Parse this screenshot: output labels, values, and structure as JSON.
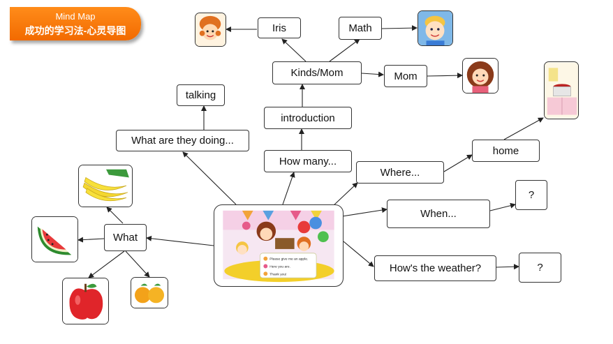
{
  "banner": {
    "title": "Mind Map",
    "subtitle": "成功的学习法-心灵导图"
  },
  "nodes": {
    "iris": "Iris",
    "math": "Math",
    "kinds_mom": "Kinds/Mom",
    "mom": "Mom",
    "introduction": "introduction",
    "talking": "talking",
    "what_doing": "What are they doing...",
    "how_many": "How many...",
    "where": "Where...",
    "home": "home",
    "when": "When...",
    "q1": "?",
    "weather": "How's the weather?",
    "q2": "?",
    "what": "What"
  },
  "scene_text": {
    "line1": "Please give me an apple.",
    "line2": "Here you are.",
    "line3": "Thank you!"
  },
  "colors": {
    "banner": "#f26a00",
    "line": "#222222",
    "box_border": "#333333"
  },
  "icons": {
    "girl": "girl-portrait-icon",
    "boy": "boy-portrait-icon",
    "mom": "mother-portrait-icon",
    "kitchen": "kitchen-stove-icon",
    "bananas": "bananas-icon",
    "watermelon": "watermelon-icon",
    "apple": "apple-icon",
    "oranges": "oranges-icon",
    "scene": "family-dining-scene"
  }
}
